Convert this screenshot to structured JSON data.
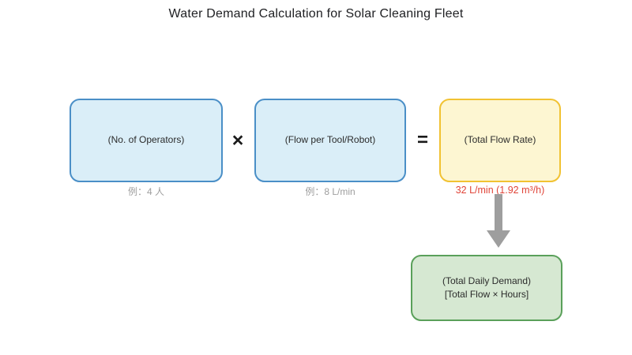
{
  "title": "Water Demand Calculation for Solar Cleaning Fleet",
  "formula": {
    "operand1": {
      "label": "(No. of Operators)",
      "example": "例：4 人"
    },
    "times_symbol": "×",
    "operand2": {
      "label": "(Flow per Tool/Robot)",
      "example": "例：8 L/min"
    },
    "equals_symbol": "=",
    "result": {
      "label": "(Total Flow Rate)",
      "value": "32 L/min (1.92 m³/h)"
    }
  },
  "daily_demand": {
    "line1": "(Total Daily Demand)",
    "line2": "[Total Flow × Hours]"
  },
  "colors": {
    "input_box_fill": "#daeef8",
    "input_box_border": "#4a8fc7",
    "result_box_fill": "#fdf6d2",
    "result_box_border": "#f1c232",
    "daily_box_fill": "#d6e8d2",
    "daily_box_border": "#5aa05a",
    "result_value_text": "#e04438",
    "example_text": "#9e9e9e",
    "arrow": "#9e9e9e",
    "title_text": "#202124"
  }
}
